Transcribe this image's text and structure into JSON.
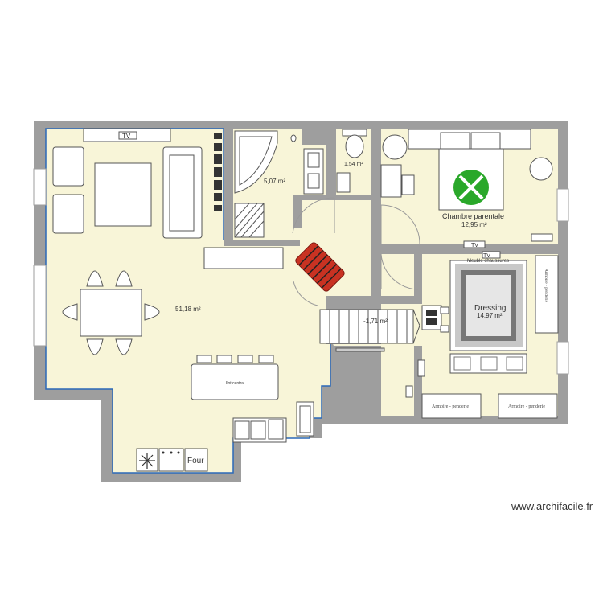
{
  "rooms": {
    "living": {
      "area": "51,18 m²"
    },
    "bathroom": {
      "area": "5,07 m²"
    },
    "wc": {
      "area": "1,54 m²"
    },
    "bedroom": {
      "name": "Chambre parentale",
      "area": "12,95 m²"
    },
    "dressing": {
      "name": "Dressing",
      "area": "14,97 m²"
    },
    "stairs": {
      "area": "-1,71 m²"
    }
  },
  "furniture": {
    "tv_living": "TV",
    "tv_bedroom": "TV",
    "tv_dressing": "TV",
    "meuble_chaussures": "Meuble chaussures",
    "armoire_vertical": "Armoire - penderie",
    "armoire_left": "Armoire - penderie",
    "armoire_right": "Armoire - penderie",
    "ilot": "Ilot central",
    "four": "Four"
  },
  "colors": {
    "wall": "#9e9e9e",
    "floor": "#f8f5d8",
    "outline": "#2a68b8",
    "stair_red": "#c83222",
    "bedspread_green": "#2aa82a"
  },
  "watermark": "www.archifacile.fr"
}
